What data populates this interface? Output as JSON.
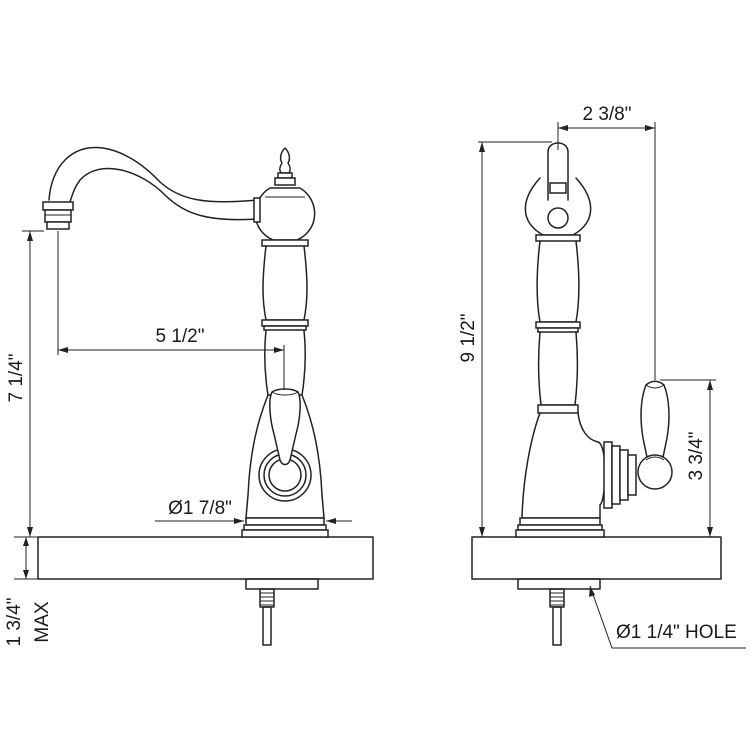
{
  "front_view": {
    "spout_height_label": "7 1/4\"",
    "spout_reach_label": "5 1/2\"",
    "base_diameter_label": "Ø1 7/8\"",
    "max_deck_label": "1 3/4\"",
    "max_suffix": "MAX"
  },
  "side_view": {
    "total_height_label": "9 1/2\"",
    "offset_label": "2 3/8\"",
    "handle_height_label": "3 3/4\"",
    "hole_label": "Ø1 1/4\" HOLE"
  }
}
